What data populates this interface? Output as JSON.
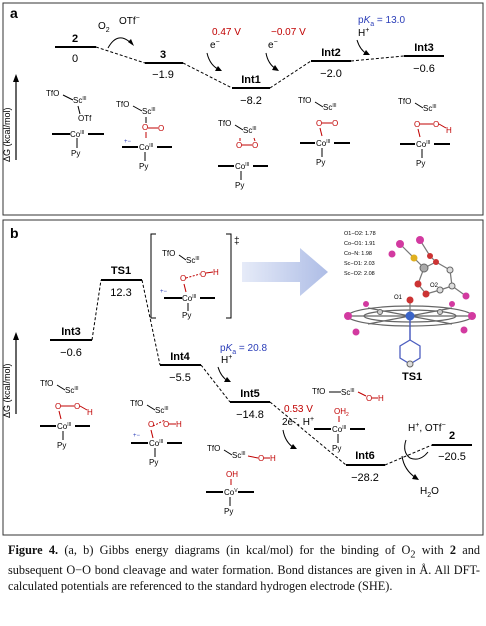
{
  "panel_a": {
    "label": "a",
    "ylabel": "ΔG (kcal/mol)",
    "species": [
      {
        "id": "2",
        "value": "0"
      },
      {
        "id": "3",
        "value": "−1.9"
      },
      {
        "id": "Int1",
        "value": "−8.2"
      },
      {
        "id": "Int2",
        "value": "−2.0"
      },
      {
        "id": "Int3",
        "value": "−0.6"
      }
    ],
    "steps": {
      "o2": "O",
      "o2_sub": "2",
      "otf": "OTf",
      "otf_sup": "−",
      "pot1": "0.47 V",
      "pot2": "−0.07 V",
      "electron": "e",
      "electron_sup": "−",
      "pka_p": "p",
      "pka_k": "K",
      "pka_a": "a",
      "pka_val": " = 13.0",
      "proton": "H",
      "proton_sup": "+"
    }
  },
  "panel_b": {
    "label": "b",
    "ylabel": "ΔG (kcal/mol)",
    "species": [
      {
        "id": "Int3",
        "value": "−0.6"
      },
      {
        "id": "TS1",
        "value": "12.3"
      },
      {
        "id": "Int4",
        "value": "−5.5"
      },
      {
        "id": "Int5",
        "value": "−14.8"
      },
      {
        "id": "Int6",
        "value": "−28.2"
      },
      {
        "id": "2",
        "value": "−20.5"
      }
    ],
    "steps": {
      "pka_val": " = 20.8",
      "pot": "0.53 V",
      "two_e": "2e",
      "h_plus_tail": ", H",
      "h_otf": "H",
      "otf_tail": ", OTf",
      "water": "H",
      "water_sub": "2",
      "water_o": "O",
      "dagger": "‡"
    },
    "ts_label": "TS1",
    "distances": [
      "O1−O2: 1.78",
      "Co−O1: 1.91",
      "Co−N: 1.98",
      "Sc−O1: 2.03",
      "Sc−O2: 2.08"
    ],
    "atom_labels": {
      "o1": "O1",
      "o2": "O2"
    }
  },
  "struct_labels": {
    "tfo": "TfO",
    "sc": "Sc",
    "iii": "III",
    "v": "V",
    "co": "Co",
    "otf": "OTf",
    "o": "O",
    "h": "H",
    "oh": "OH",
    "oh2": "OH",
    "oh2_sub": "2",
    "py": "Py",
    "pm": "+−"
  },
  "caption": {
    "fig": "Figure 4.",
    "t1": " (a, b) Gibbs energy diagrams (in kcal/mol) for the binding of O",
    "sub2": "2",
    "t2": " with ",
    "bold2": "2",
    "t3": " and subsequent O−O bond cleavage and water formation. Bond distances are given in Å. All DFT-calculated potentials are referenced to the standard hydrogen electrode (SHE)."
  }
}
